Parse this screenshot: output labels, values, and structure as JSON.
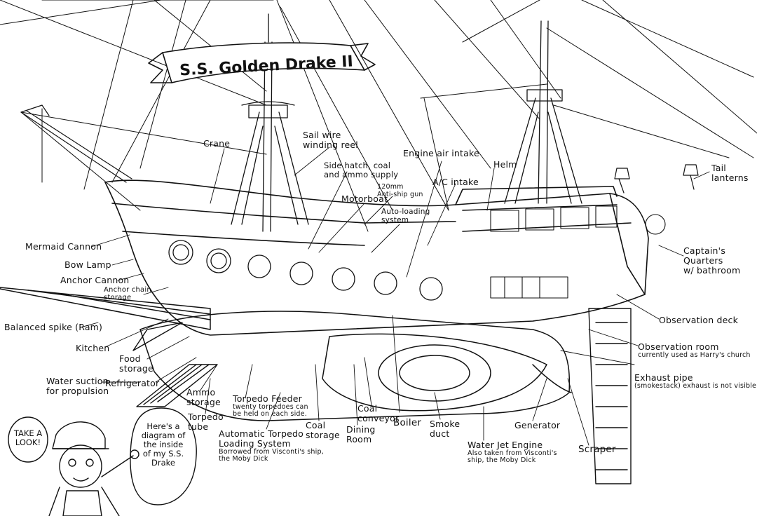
{
  "title": "S.S. Golden Drake II",
  "labels": {
    "crane": "Crane",
    "sail_wire": "Sail wire\nwinding reel",
    "side_hatch": "Side hatch, coal\nand ammo supply",
    "gun_120mm": "120mm\nAnti-ship gun",
    "motorboat": "Motorboat",
    "auto_loading": "Auto-loading\nsystem",
    "engine_air": "Engine air intake",
    "ac_intake": "A/C intake",
    "helm": "Helm",
    "tail_lanterns": "Tail\nlanterns",
    "mermaid_cannon": "Mermaid Cannon",
    "bow_lamp": "Bow Lamp",
    "anchor_cannon": "Anchor Cannon",
    "anchor_chain": "Anchor chain\nstorage",
    "balanced_spike": "Balanced spike (Ram)",
    "kitchen": "Kitchen",
    "food_storage": "Food\nstorage",
    "refrigerator": "Refrigerator",
    "water_suction": "Water suction\nfor propulsion",
    "ammo_storage": "Ammo\nstorage",
    "torpedo_tube": "Torpedo\ntube",
    "torpedo_feeder": "Torpedo Feeder",
    "torpedo_feeder_note": "twenty torpedoes can\nbe held on each side.",
    "auto_torpedo": "Automatic Torpedo\nLoading System",
    "auto_torpedo_note": "Borrowed from Visconti's ship,\nthe Moby Dick",
    "coal_storage": "Coal\nstorage",
    "dining_room": "Dining\nRoom",
    "coal_conveyor": "Coal\nconveyor",
    "boiler": "Boiler",
    "smoke_duct": "Smoke\nduct",
    "water_jet": "Water Jet Engine",
    "water_jet_note": "Also taken from Visconti's\nship, the Moby Dick",
    "generator": "Generator",
    "scraper": "Scraper",
    "captains_quarters": "Captain's\nQuarters\nw/ bathroom",
    "observation_deck": "Observation deck",
    "observation_room": "Observation room",
    "observation_room_note": "currently used as Harry's church",
    "exhaust_pipe": "Exhaust pipe",
    "exhaust_pipe_note": "(smokestack) exhaust is not visible"
  },
  "bubbles": {
    "take_a_look": "TAKE A\nLOOK!",
    "diagram_text": "Here's a\ndiagram of\nthe inside\nof my S.S.\nDrake"
  }
}
